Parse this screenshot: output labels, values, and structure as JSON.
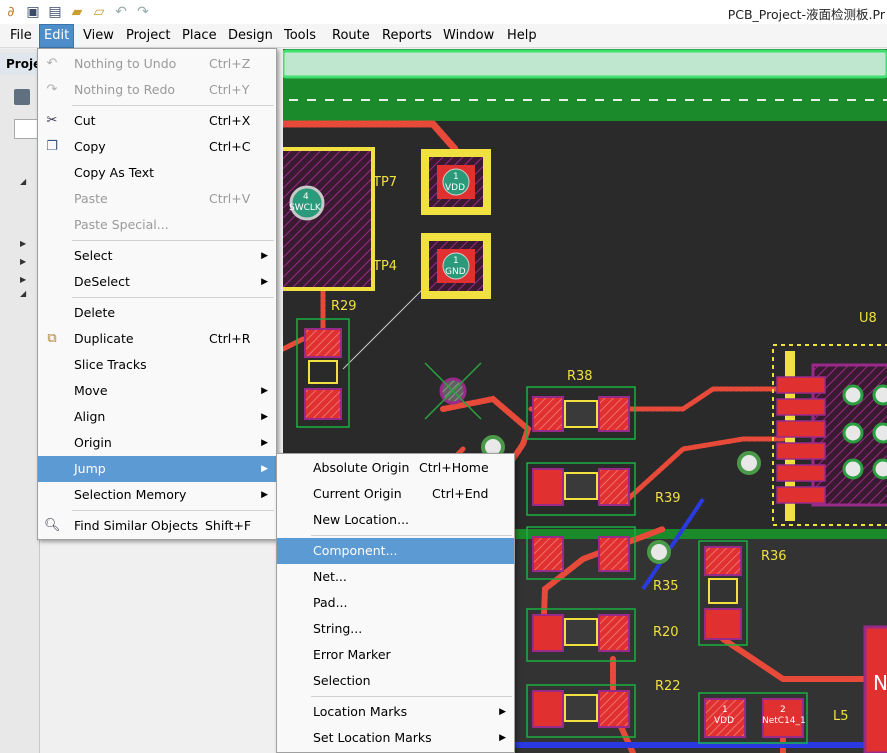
{
  "app": {
    "title": "PCB_Project-液面检测板.Pr"
  },
  "menubar": [
    "File",
    "Edit",
    "View",
    "Project",
    "Place",
    "Design",
    "Tools",
    "Route",
    "Reports",
    "Window",
    "Help"
  ],
  "projects_panel": {
    "tab_label": "Proje"
  },
  "edit_menu": [
    {
      "label": "Nothing to Undo",
      "shortcut": "Ctrl+Z",
      "disabled": true,
      "icon": "undo-icon"
    },
    {
      "label": "Nothing to Redo",
      "shortcut": "Ctrl+Y",
      "disabled": true,
      "icon": "redo-icon"
    },
    {
      "label": "Cut",
      "shortcut": "Ctrl+X",
      "icon": "scissors-icon"
    },
    {
      "label": "Copy",
      "shortcut": "Ctrl+C",
      "icon": "copy-icon"
    },
    {
      "label": "Copy As Text",
      "shortcut": ""
    },
    {
      "label": "Paste",
      "shortcut": "Ctrl+V",
      "disabled": true
    },
    {
      "label": "Paste Special...",
      "shortcut": "",
      "disabled": true
    },
    {
      "label": "Select",
      "submenu": true
    },
    {
      "label": "DeSelect",
      "submenu": true
    },
    {
      "label": "Delete",
      "shortcut": ""
    },
    {
      "label": "Duplicate",
      "shortcut": "Ctrl+R",
      "icon": "duplicate-icon"
    },
    {
      "label": "Slice Tracks",
      "shortcut": ""
    },
    {
      "label": "Move",
      "submenu": true
    },
    {
      "label": "Align",
      "submenu": true
    },
    {
      "label": "Origin",
      "submenu": true
    },
    {
      "label": "Jump",
      "submenu": true,
      "highlighted": true
    },
    {
      "label": "Selection Memory",
      "submenu": true
    },
    {
      "label": "Find Similar Objects",
      "shortcut": "Shift+F",
      "icon": "magnifier-icon"
    }
  ],
  "jump_menu": [
    {
      "label": "Absolute Origin",
      "shortcut": "Ctrl+Home"
    },
    {
      "label": "Current Origin",
      "shortcut": "Ctrl+End"
    },
    {
      "label": "New Location...",
      "shortcut": ""
    },
    {
      "label": "Component...",
      "highlighted": true
    },
    {
      "label": "Net..."
    },
    {
      "label": "Pad..."
    },
    {
      "label": "String..."
    },
    {
      "label": "Error Marker"
    },
    {
      "label": "Selection"
    },
    {
      "label": "Location Marks",
      "submenu": true
    },
    {
      "label": "Set Location Marks",
      "submenu": true
    }
  ],
  "pcb": {
    "designators": [
      "TP7",
      "TP4",
      "R29",
      "R38",
      "U8",
      "R39",
      "R36",
      "R35",
      "R20",
      "R22",
      "L5"
    ],
    "pad_labels": [
      "4",
      "SWCLK",
      "1",
      "VDD",
      "1",
      "GND",
      "1",
      "VDD",
      "2",
      "NetC14_1"
    ],
    "part_letter": "N"
  },
  "colors": {
    "menu_highlight": "#5c9ad4",
    "pcb_background": "#2a2a2a",
    "pad_red": "#e03030",
    "track_red": "#e84a3a",
    "silk_yellow": "#f0e040",
    "keepout_purple": "#9a2a8a",
    "board_green": "#1a8a2a"
  }
}
